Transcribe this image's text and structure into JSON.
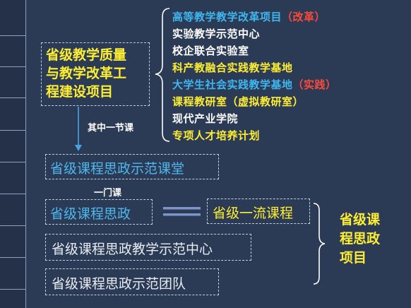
{
  "main_project": {
    "lines": [
      "省级教学质量",
      "与教学改革工",
      "程建设项目"
    ]
  },
  "project_list": [
    {
      "text": "高等教学教学改革项目",
      "color": "#3fb6ee",
      "tag": "（改革）"
    },
    {
      "text": "实验教学示范中心",
      "color": "#ffffff",
      "tag": ""
    },
    {
      "text": "校企联合实验室",
      "color": "#ffffff",
      "tag": ""
    },
    {
      "text": "科产教融合实践教学基地",
      "color": "#ffee33",
      "tag": ""
    },
    {
      "text": "大学生社会实践教学基地",
      "color": "#3fb6ee",
      "tag": "（实践）"
    },
    {
      "text": "课程教研室（虚拟教研室）",
      "color": "#ffee33",
      "tag": ""
    },
    {
      "text": "现代产业学院",
      "color": "#ffffff",
      "tag": ""
    },
    {
      "text": "专项人才培养计划",
      "color": "#ffee33",
      "tag": ""
    }
  ],
  "arrow_label": "其中一节课",
  "classroom": "省级课程思政示范课堂",
  "one_course_label": "一门课",
  "ideology_course": "省级课程思政",
  "first_class_course": "省级一流课程",
  "teaching_center": "省级课程思政教学示范中心",
  "team": "省级课程思政示范团队",
  "right_project": {
    "lines": [
      "省级课",
      "程思政",
      "项目"
    ]
  },
  "colors": {
    "background": "#2b3a55",
    "yellow": "#ffee33",
    "blue": "#3fb6ee",
    "red": "#ff4a3a",
    "equals": "#7d95c6"
  }
}
